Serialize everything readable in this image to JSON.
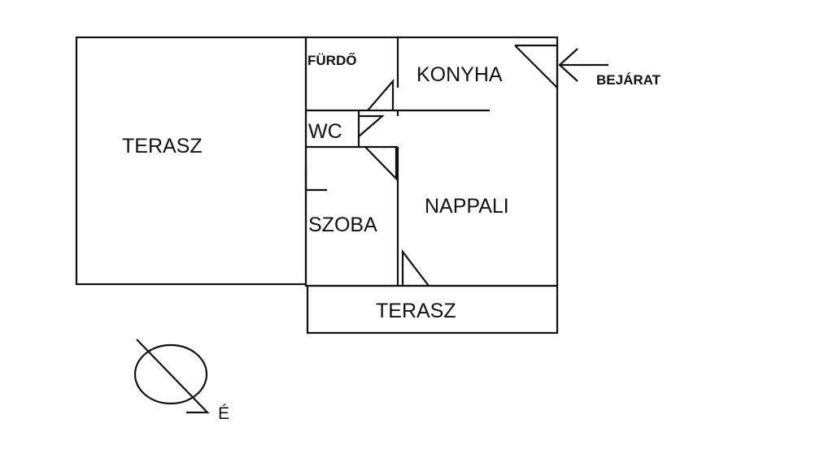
{
  "rooms": {
    "terasz_left": "TERASZ",
    "furdo": "FÜRDŐ",
    "konyha": "KONYHA",
    "wc": "WC",
    "szoba": "SZOBA",
    "nappali": "NAPPALI",
    "terasz_bottom": "TERASZ"
  },
  "entrance": {
    "label": "BEJÁRAT"
  },
  "compass": {
    "label": "É"
  },
  "colors": {
    "line": "#111111",
    "background": "#ffffff"
  }
}
